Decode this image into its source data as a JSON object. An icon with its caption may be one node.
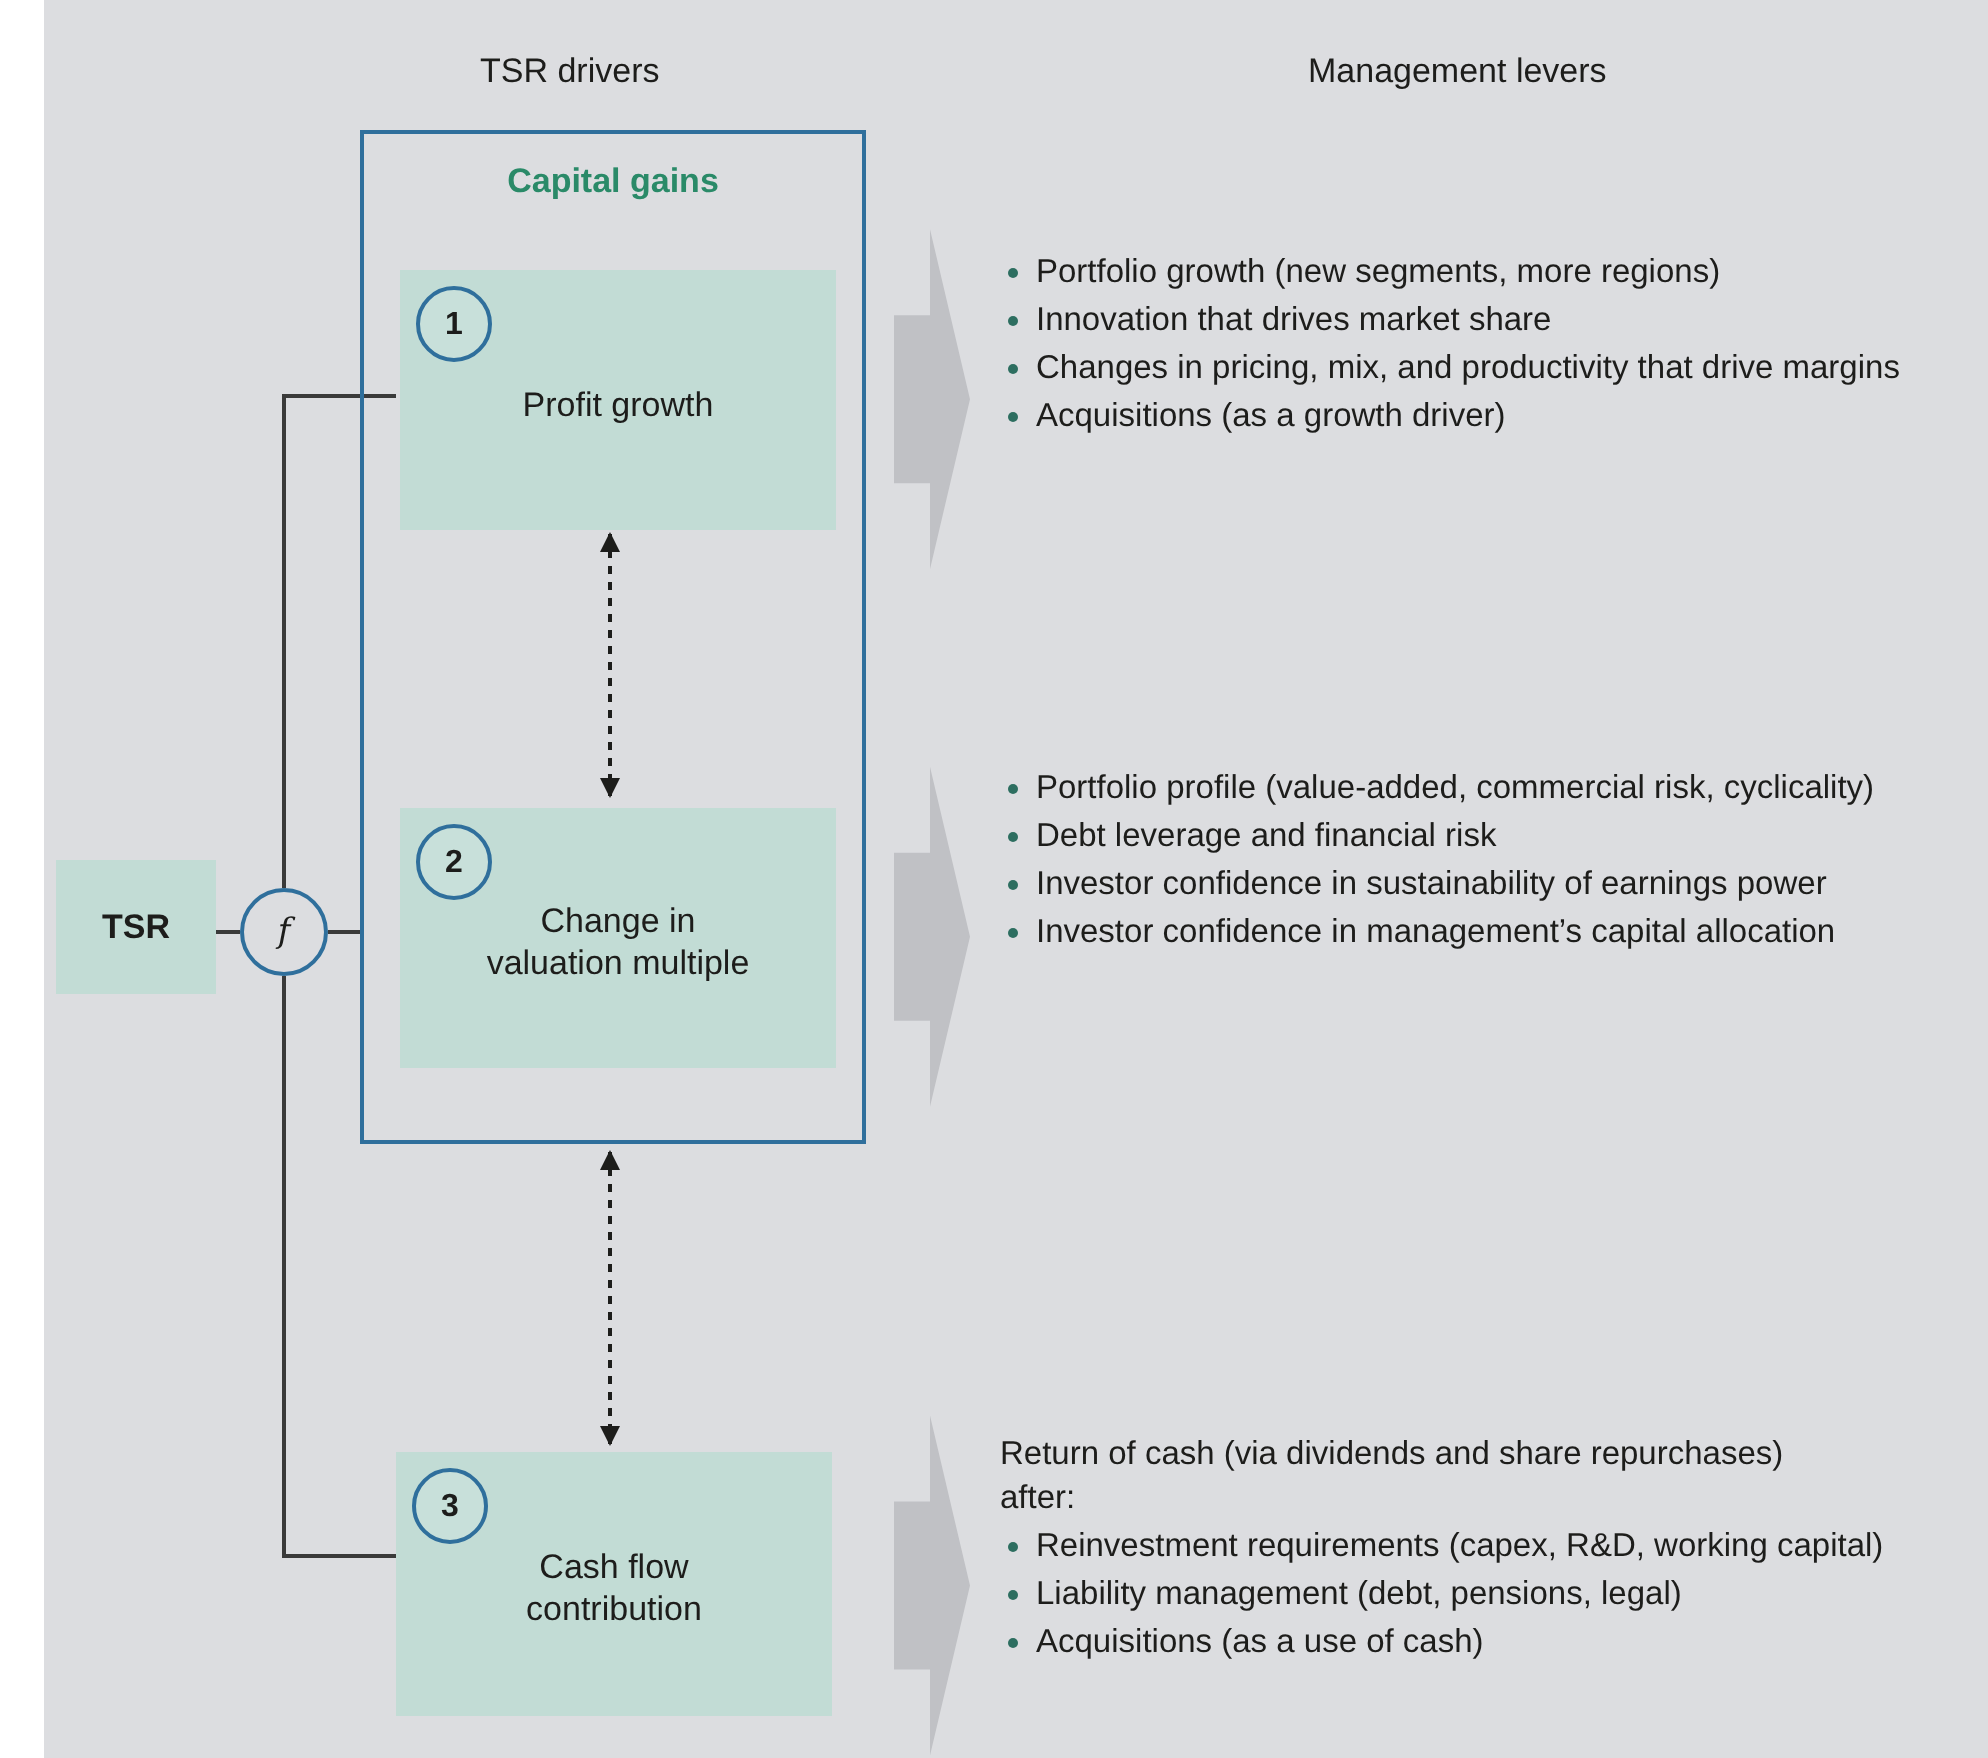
{
  "diagram": {
    "nodes": [
      {
        "text": [
          "TSR"
        ]
      },
      {
        "text": [
          "f"
        ]
      },
      {
        "text": [
          "Capital gains"
        ]
      },
      {
        "text": [
          "1",
          "Profit growth"
        ],
        "in": 2
      },
      {
        "text": [
          "2",
          "Change in valuation multiple"
        ],
        "in": 2
      },
      {
        "text": [
          "3",
          "Cash flow contribution"
        ]
      },
      {
        "text": [
          "Portfolio growth (new segments, more regions)",
          "Innovation that drives market share",
          "Changes in pricing, mix, and productivity that drive margins",
          "Acquisitions (as a growth driver)"
        ]
      },
      {
        "text": [
          "Portfolio profile (value-added, commercial risk, cyclicality)",
          "Debt leverage and financial risk",
          "Investor confidence in sustainability of earnings power",
          "Investor confidence in management’s capital allocation"
        ]
      },
      {
        "text": [
          "Return of cash (via dividends and share repurchases) after:",
          "Reinvestment requirements (capex, R&D, working capital)",
          "Liability management (debt, pensions, legal)",
          "Acquisitions (as a use of cash)"
        ]
      }
    ],
    "edges": [
      {
        "from": 1,
        "to": 0,
        "arrow": "none"
      },
      {
        "from": 1,
        "to": 3,
        "arrow": "none"
      },
      {
        "from": 1,
        "to": 2,
        "arrow": "none"
      },
      {
        "from": 1,
        "to": 5,
        "arrow": "none"
      },
      {
        "from": 3,
        "to": 4,
        "arrow": "both",
        "style": "dashed"
      },
      {
        "from": 2,
        "to": 5,
        "arrow": "both",
        "style": "dashed"
      },
      {
        "from": 3,
        "to": 6,
        "arrow": "to",
        "style": "thick",
        "color": "#c0c1c5"
      },
      {
        "from": 4,
        "to": 7,
        "arrow": "to",
        "style": "thick",
        "color": "#c0c1c5"
      },
      {
        "from": 5,
        "to": 8,
        "arrow": "to",
        "style": "thick",
        "color": "#c0c1c5"
      }
    ],
    "labels": [
      "TSR drivers",
      "Management levers"
    ]
  }
}
